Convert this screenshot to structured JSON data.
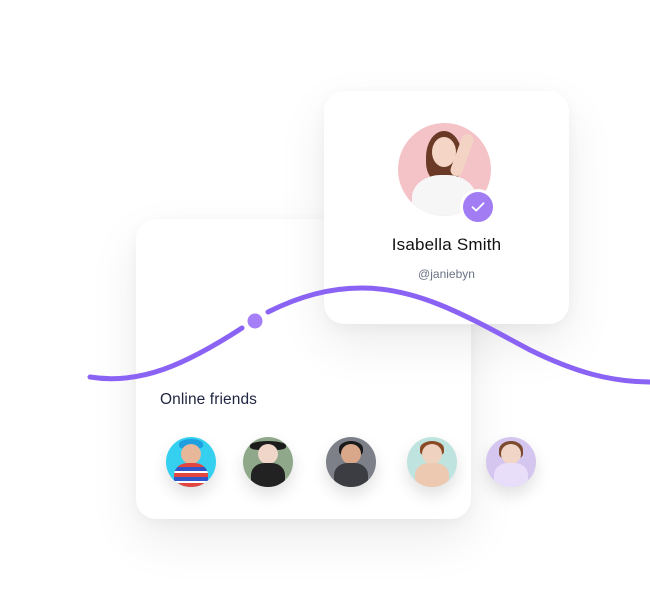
{
  "profile_card": {
    "name": "Isabella Smith",
    "handle": "@janiebyn",
    "verified": true,
    "badge_icon": "check-icon",
    "badge_color": "#a17cf2"
  },
  "friends_card": {
    "title": "Online friends",
    "friends": [
      {
        "avatar_bg": "#35d0ef"
      },
      {
        "avatar_bg": "#8fa88a"
      },
      {
        "avatar_bg": "#7d8088"
      },
      {
        "avatar_bg": "#bfe3df"
      },
      {
        "avatar_bg": "#d4c6ee"
      }
    ]
  },
  "decoration": {
    "curve_color": "#8a63f5",
    "dot_color": "#a47ff7"
  }
}
